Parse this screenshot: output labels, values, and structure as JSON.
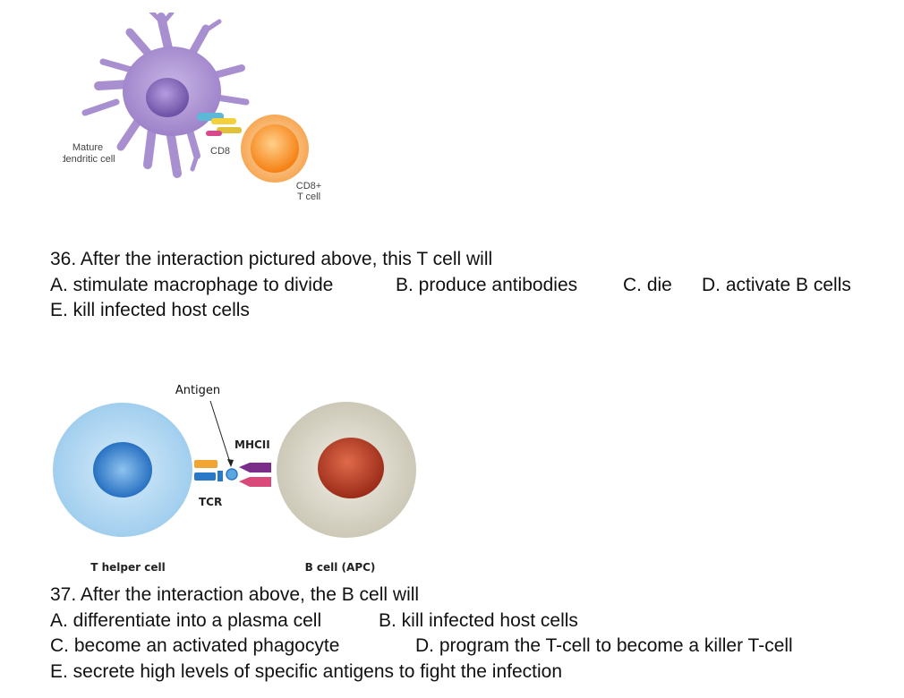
{
  "figure1": {
    "label_dendritic": [
      "Mature",
      "dendritic cell"
    ],
    "label_cd8": "CD8",
    "label_tcell": [
      "CD8+",
      "T cell"
    ],
    "colors": {
      "dendritic": "#a88fcf",
      "dendritic_nucleus": "#7a5fb0",
      "tcell_outer": "#f59a3d",
      "tcell_inner": "#ff9a2e"
    }
  },
  "q36": {
    "stem": "36. After the interaction pictured above, this T cell will",
    "options": [
      "A. stimulate macrophage to divide",
      "B. produce antibodies",
      "C. die",
      "D. activate B cells",
      "E. kill infected host cells"
    ]
  },
  "figure2": {
    "label_antigen": "Antigen",
    "label_mhcii": "MHCII",
    "label_tcr": "TCR",
    "label_thelper": "T helper cell",
    "label_bcell": "B cell (APC)",
    "colors": {
      "thelper": "#a9d3ef",
      "thelper_nucleus": "#2a78c8",
      "bcell": "#d6d2c4",
      "bcell_nucleus": "#b8402a"
    }
  },
  "q37": {
    "stem": "37. After the interaction above, the B cell will",
    "options": [
      "A. differentiate into a plasma cell",
      "B. kill infected host cells",
      "C. become an activated phagocyte",
      "D. program the T-cell to become a killer T-cell",
      "E. secrete high levels of specific antigens to fight the infection"
    ]
  }
}
